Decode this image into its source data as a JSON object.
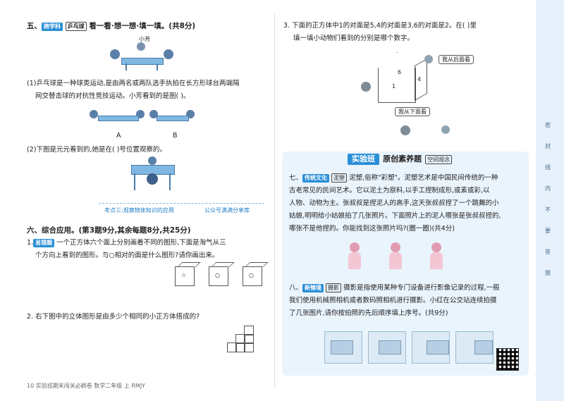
{
  "left": {
    "q5": {
      "num": "五、",
      "tag_cross": "跨学科",
      "tag_sub": "乒乓球",
      "title": "看一看·想一想·填一填。(共8分)",
      "fig_label": "小芳",
      "p1_line1": "(1)乒乓球是一种球类运动,是由两名或两队选手执拍在长方形球台两端隔",
      "p1_line2": "网交替击球的对抗性竞技运动。小芳看到的是图(      )。",
      "opt_a": "A",
      "opt_b": "B",
      "p2": "(2)下图是元元看到的,她是在(      )号位置观察的。"
    },
    "kaodian": "考点三:观察物体知识的应用",
    "watermark_note": "公众号满满分享库",
    "q6": {
      "title": "六、综合应用。(第3题9分,其余每题8分,共25分)",
      "item1_num": "1.",
      "item1_tag": "易错题",
      "item1_line1": "一个正方体六个面上分别画着不同的图形,下面是淘气从三",
      "item1_line2": "个方向上看到的图形。与○相对的面是什么图形?请你画出来。",
      "item2": "2. 右下图中的立体图形是由多少个相同的小正方体搭成的?"
    },
    "footer": {
      "page": "10",
      "text": "实验班期末闯关必刷卷 数学二年级 上 RMJY"
    }
  },
  "right": {
    "q3_line1": "3. 下面的正方体中1的对面是5,4的对面是3,6的对面是2。在(      )里",
    "q3_line2": "填一填小动物们看到的分别是哪个数字。",
    "bubble_back": "我从后面看",
    "bubble_bottom": "我从下面看",
    "cube_nums": [
      "6",
      "1",
      "4"
    ],
    "banner_main": "实验班",
    "banner_sub": "原创素养题",
    "banner_tag": "空间观念",
    "q7": {
      "num": "七、",
      "tag": "传统文化",
      "tag2": "泥塑",
      "line1": "泥塑,俗称\"彩塑\"。泥塑艺术是中国民间传统的一种",
      "line2": "古老常见的民间艺术。它以泥土为原料,以手工捏制成形,或素或彩,以",
      "line3": "人物、动物为主。张叔叔是捏泥人的高手,这天张叔叔捏了一个跳舞的小",
      "line4": "姑娘,明明给小姑娘拍了几张照片。下面照片上的泥人哪张是张叔叔捏的,",
      "line5": "哪张不是他捏的。你能找到这张照片吗?(圈一圈)(共4分)"
    },
    "q8": {
      "num": "八、",
      "tag": "新情境",
      "tag2": "摄影",
      "line1": "摄影是指使用某种专门设备进行影像记录的过程,一般",
      "line2": "我们使用机械照相机或者数码照相机进行摄影。小红在公交站连续拍摄",
      "line3": "了几张图片,请你按拍照的先后顺序填上序号。(共9分)"
    },
    "sidebar": [
      "密",
      "封",
      "线",
      "内",
      "不",
      "要",
      "答",
      "题"
    ]
  },
  "colors": {
    "accent": "#2a8fd6",
    "panel": "#eaf4fc",
    "sidebar": "#e6f1fb"
  }
}
